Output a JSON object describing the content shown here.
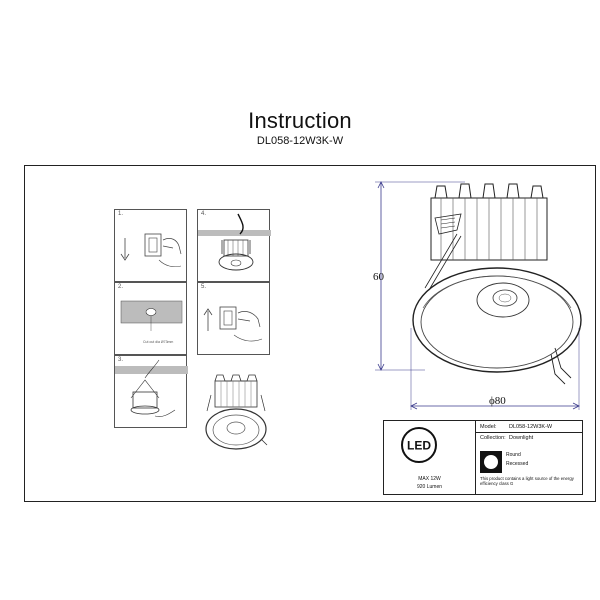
{
  "header": {
    "title": "Instruction",
    "model": "DL058-12W3K-W"
  },
  "steps": [
    {
      "number": "1.",
      "icon": "power-switch-off-icon"
    },
    {
      "number": "2.",
      "icon": "ceiling-cutout-icon",
      "note": "Cut out dia Ø73mm"
    },
    {
      "number": "3.",
      "icon": "spring-insert-icon"
    },
    {
      "number": "4.",
      "icon": "wire-connection-icon"
    },
    {
      "number": "5.",
      "icon": "power-switch-on-icon"
    }
  ],
  "dimensions": {
    "height": "60",
    "diameter": "ϕ80"
  },
  "product_info": {
    "logo_text": "LED",
    "max_power": "MAX 12W",
    "lumen": "920 Lumen",
    "model_label": "Model:",
    "model_value": "DL058-12W3K-W",
    "collection_label": "Collection:",
    "collection_value": "Downlight",
    "shape": "Round",
    "mount": "Recessed",
    "energy_note": "This product contains a light source of the energy efficiency class G"
  },
  "colors": {
    "line": "#222222",
    "dimension_line": "#3a3a8c",
    "panel_border": "#555555"
  }
}
